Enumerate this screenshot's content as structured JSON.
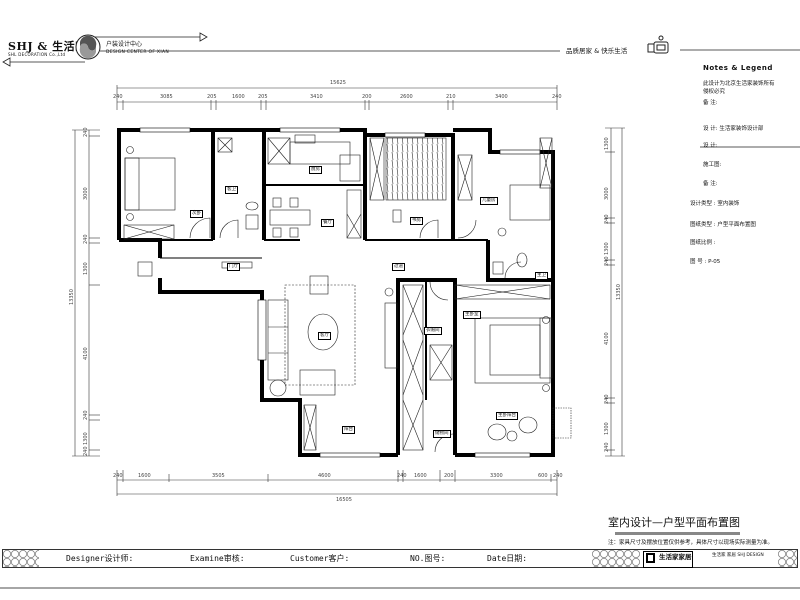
{
  "header": {
    "logo_main": "SHJ & 生活家",
    "logo_sub": "SHL DECORATION Co.,Ltd",
    "design_center_cn": "户装设计中心",
    "design_center_en": "DESIGN CENTER OF XIAN",
    "slogan": "品质居家 & 快乐生活"
  },
  "notes": {
    "title": "Notes  &  Legend",
    "lines": [
      "此设计为北京生活家装饰所有",
      "侵权必究",
      "备    注:",
      "设    计: 生活家装饰设计部",
      "设    计:",
      "施工图:",
      "备    注:",
      "设计类型 : 室内装饰",
      "图纸类型 : 户型平面布置图",
      "图纸比例 :",
      "图    号 : P-05"
    ]
  },
  "dimensions": {
    "top_total": "15625",
    "top": [
      "240",
      "3085",
      "205",
      "1600",
      "205",
      "3410",
      "200",
      "2600",
      "210",
      "3400",
      "240"
    ],
    "bottom_total": "16505",
    "bottom": [
      "240",
      "1600",
      "3505",
      "4600",
      "240",
      "1600",
      "200",
      "3300",
      "600",
      "240"
    ],
    "left_total": "13350",
    "left": [
      "240",
      "3000",
      "240",
      "1300",
      "4100",
      "240",
      "1300",
      "240"
    ],
    "right_total": "13350",
    "right": [
      "1300",
      "3000",
      "240",
      "1300",
      "240",
      "4100",
      "240",
      "1300",
      "240"
    ]
  },
  "rooms": {
    "bedroom2": "次卧",
    "guest_bath": "客卫",
    "kitchen": "厨房",
    "dining": "餐厅",
    "foyer": "门厅",
    "corridor": "过道",
    "study": "书房",
    "kids_room": "儿童房",
    "master_bath": "主卫",
    "living": "客厅",
    "cloakroom": "衣帽间",
    "master_bedroom": "主卧室",
    "balcony": "阳台",
    "master_balcony": "主卧阳台",
    "storage": "储物间"
  },
  "title": {
    "main": "室内设计—户型平面布置图",
    "note": "注：家具尺寸及摆放位置仅供参考，具体尺寸以现场实际测量为准。"
  },
  "title_block": {
    "designer": "Designer设计师:",
    "examine": "Examine审核:",
    "customer": "Customer客户:",
    "number": "NO.图号:",
    "date": "Date日期:",
    "brand": "生活家家居",
    "brand_small": "生活家 家居 SHJ DESIGN"
  }
}
